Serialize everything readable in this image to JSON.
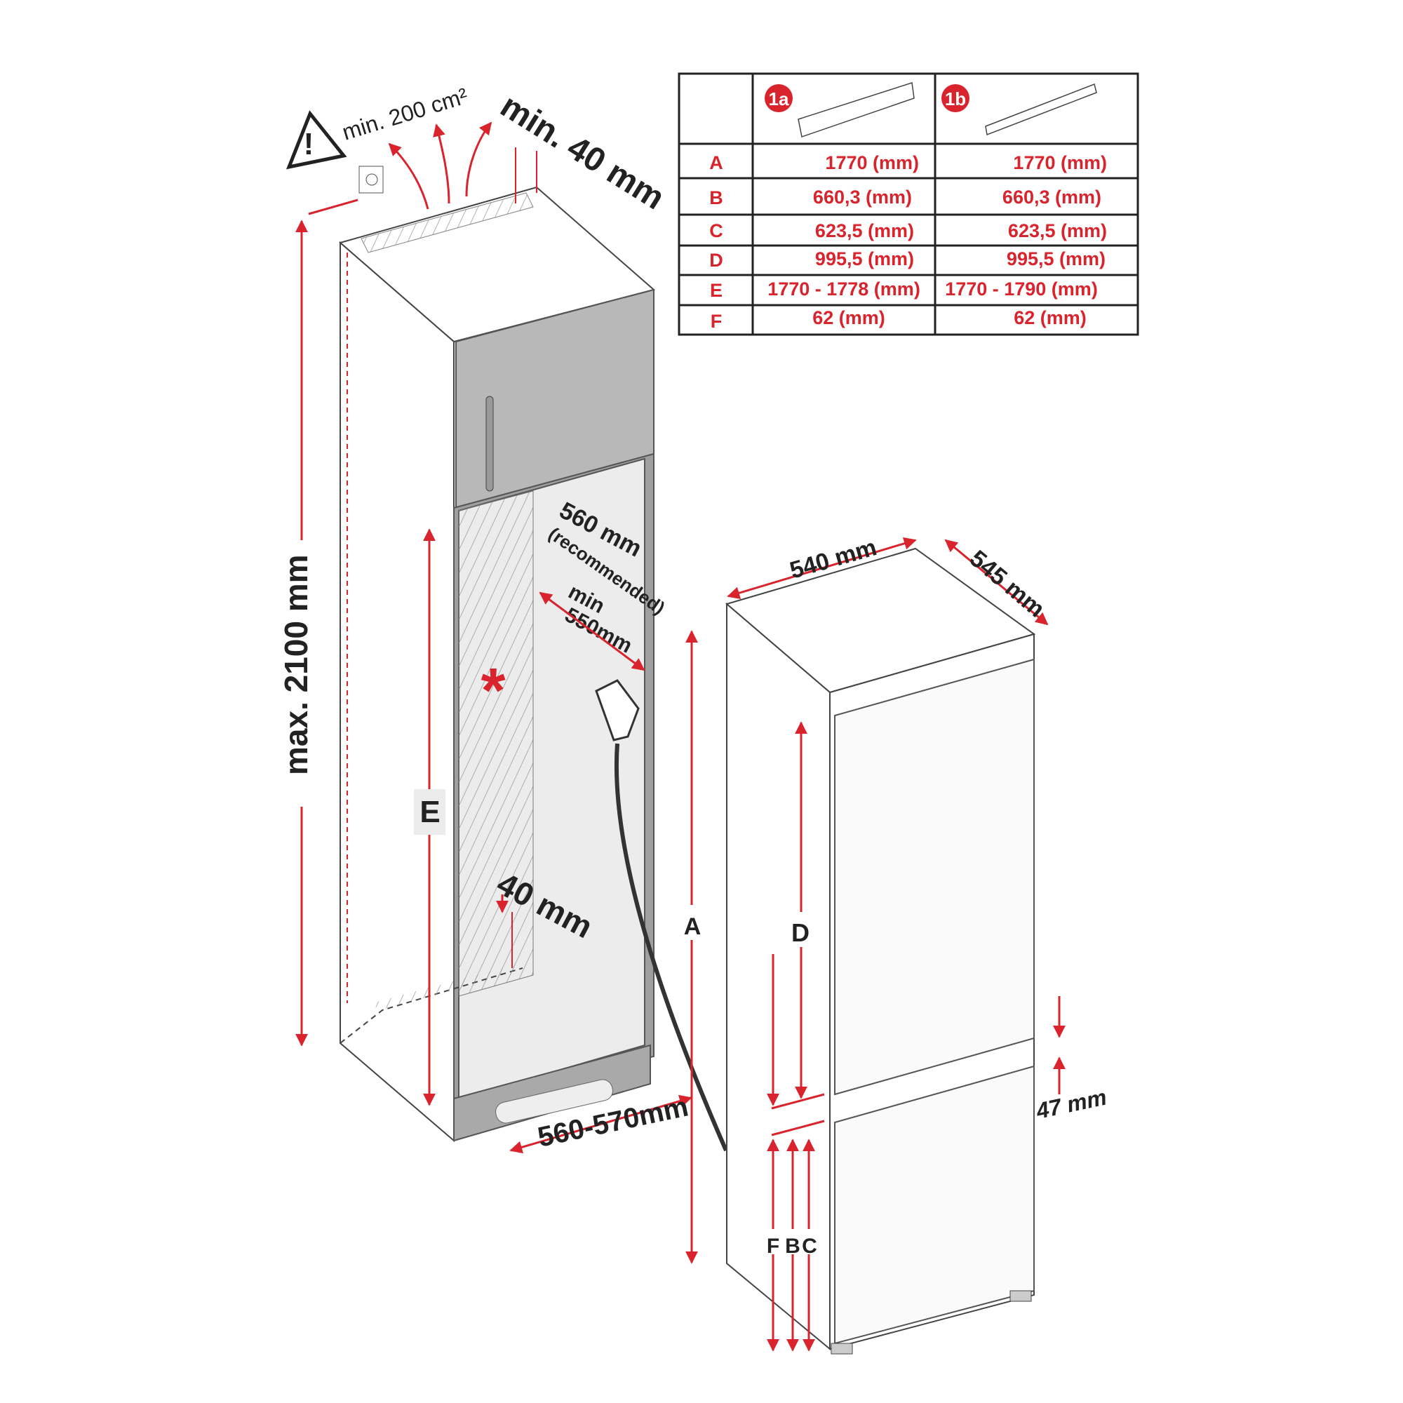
{
  "colors": {
    "accent": "#d9232d",
    "panel": "#b5b5b5",
    "line": "#222222"
  },
  "labels": {
    "ventilation": "min. 200 cm²",
    "top_gap": "min. 40 mm",
    "max_height": "max. 2100 mm",
    "depth_recommended": "560 mm",
    "recommended": "(recommended)",
    "min": "min",
    "min_depth": "550mm",
    "rear_gap": "40 mm",
    "niche_width": "560-570mm",
    "fridge_width": "540 mm",
    "fridge_depth": "545 mm",
    "gap_47": "47 mm",
    "E": "E",
    "A": "A",
    "D": "D",
    "F": "F",
    "B": "B",
    "C": "C",
    "asterisk": "*"
  },
  "table": {
    "headers": [
      {
        "badge": "1a"
      },
      {
        "badge": "1b"
      }
    ],
    "rows": [
      {
        "key": "A",
        "v1a": "1770 (mm)",
        "v1b": "1770 (mm)"
      },
      {
        "key": "B",
        "v1a": "660,3 (mm)",
        "v1b": "660,3 (mm)"
      },
      {
        "key": "C",
        "v1a": "623,5 (mm)",
        "v1b": "623,5 (mm)"
      },
      {
        "key": "D",
        "v1a": "995,5 (mm)",
        "v1b": "995,5 (mm)"
      },
      {
        "key": "E",
        "v1a": "1770 - 1778 (mm)",
        "v1b": "1770 - 1790 (mm)"
      },
      {
        "key": "F",
        "v1a": "62 (mm)",
        "v1b": "62 (mm)"
      }
    ]
  }
}
